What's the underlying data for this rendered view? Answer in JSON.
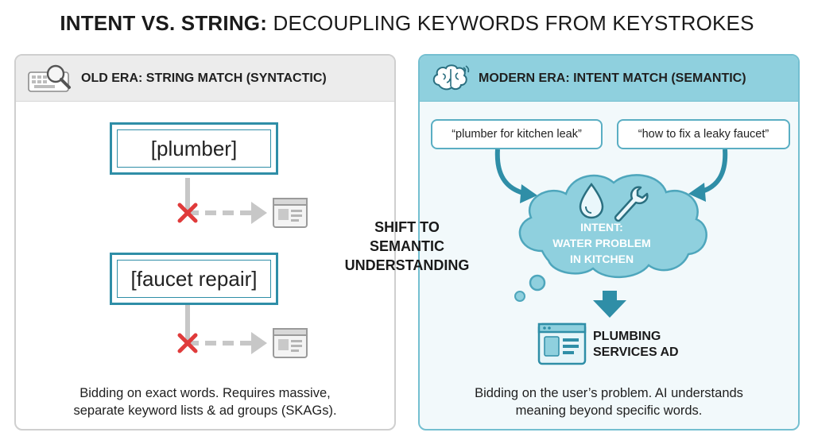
{
  "title": {
    "bold": "INTENT VS. STRING:",
    "rest": "DECOUPLING KEYWORDS FROM KEYSTROKES"
  },
  "left_panel": {
    "header": "OLD ERA: STRING MATCH (SYNTACTIC)",
    "header_icon": "keyboard-magnifier-icon",
    "keywords": [
      "[plumber]",
      "[faucet repair]"
    ],
    "caption_line1": "Bidding on exact words. Requires massive,",
    "caption_line2": "separate keyword lists & ad groups (SKAGs)."
  },
  "center": {
    "line1": "SHIFT TO",
    "line2": "SEMANTIC",
    "line3": "UNDERSTANDING"
  },
  "right_panel": {
    "header": "MODERN ERA: INTENT MATCH (SEMANTIC)",
    "header_icon": "brain-icon",
    "queries": [
      "“plumber for kitchen leak”",
      "“how to fix a leaky faucet”"
    ],
    "cloud_line1": "INTENT:",
    "cloud_line2": "WATER PROBLEM",
    "cloud_line3": "IN KITCHEN",
    "ad_line1": "PLUMBING",
    "ad_line2": "SERVICES AD",
    "caption_line1": "Bidding on the user’s problem. AI understands",
    "caption_line2": "meaning beyond specific words."
  },
  "colors": {
    "accent": "#2f8ea7",
    "modern_header": "#8fd0de",
    "old_header": "#ececec",
    "cross": "#e03b3b",
    "cloud": "#8fd0de"
  }
}
